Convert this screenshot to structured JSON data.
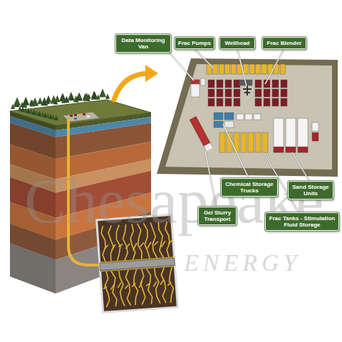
{
  "diagram": {
    "nodes": [
      {
        "text": [
          "Data Monitoring Van"
        ]
      },
      {
        "text": [
          "Frac Pumps"
        ]
      },
      {
        "text": [
          "Wellhead"
        ]
      },
      {
        "text": [
          "Frac Blender"
        ]
      },
      {
        "text": [
          "Chemical Storage Trucks"
        ]
      },
      {
        "text": [
          "Sand Storage Units"
        ]
      },
      {
        "text": [
          "Gel Slurry Transport"
        ]
      },
      {
        "text": [
          "Frac Tanks - Stimulation Fluid Storage"
        ]
      }
    ],
    "labels": [
      "Chesapeake",
      "ENERGY"
    ]
  }
}
